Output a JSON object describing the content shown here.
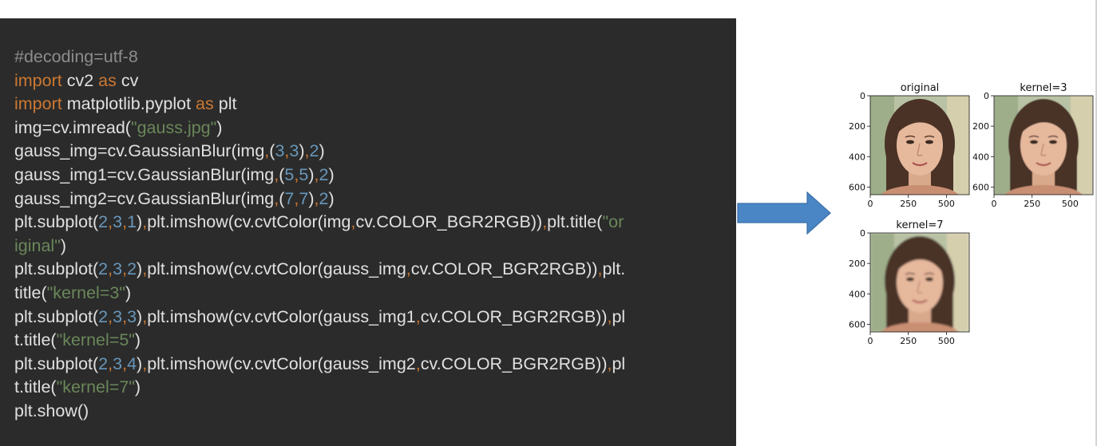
{
  "code_lines": [
    [
      [
        "c",
        "#decoding=utf-8"
      ]
    ],
    [
      [
        "k",
        "import"
      ],
      [
        "t",
        " cv2 "
      ],
      [
        "k",
        "as"
      ],
      [
        "t",
        " cv"
      ]
    ],
    [
      [
        "k",
        "import"
      ],
      [
        "t",
        " matplotlib.pyplot "
      ],
      [
        "k",
        "as"
      ],
      [
        "t",
        " plt"
      ]
    ],
    [
      [
        "t",
        "img=cv.imread("
      ],
      [
        "s",
        "\"gauss.jpg\""
      ],
      [
        "t",
        ")"
      ]
    ],
    [
      [
        "t",
        "gauss_img=cv.GaussianBlur(img"
      ],
      [
        "p",
        ","
      ],
      [
        "t",
        "("
      ],
      [
        "n",
        "3"
      ],
      [
        "p",
        ","
      ],
      [
        "n",
        "3"
      ],
      [
        "t",
        ")"
      ],
      [
        "p",
        ","
      ],
      [
        "n",
        "2"
      ],
      [
        "t",
        ")"
      ]
    ],
    [
      [
        "t",
        "gauss_img1=cv.GaussianBlur(img"
      ],
      [
        "p",
        ","
      ],
      [
        "t",
        "("
      ],
      [
        "n",
        "5"
      ],
      [
        "p",
        ","
      ],
      [
        "n",
        "5"
      ],
      [
        "t",
        ")"
      ],
      [
        "p",
        ","
      ],
      [
        "n",
        "2"
      ],
      [
        "t",
        ")"
      ]
    ],
    [
      [
        "t",
        "gauss_img2=cv.GaussianBlur(img"
      ],
      [
        "p",
        ","
      ],
      [
        "t",
        "("
      ],
      [
        "n",
        "7"
      ],
      [
        "p",
        ","
      ],
      [
        "n",
        "7"
      ],
      [
        "t",
        ")"
      ],
      [
        "p",
        ","
      ],
      [
        "n",
        "2"
      ],
      [
        "t",
        ")"
      ]
    ],
    [
      [
        "t",
        "plt.subplot("
      ],
      [
        "n",
        "2"
      ],
      [
        "p",
        ","
      ],
      [
        "n",
        "3"
      ],
      [
        "p",
        ","
      ],
      [
        "n",
        "1"
      ],
      [
        "t",
        ")"
      ],
      [
        "p",
        ","
      ],
      [
        "t",
        "plt.imshow(cv.cvtColor(img"
      ],
      [
        "p",
        ","
      ],
      [
        "t",
        "cv.COLOR_BGR2RGB))"
      ],
      [
        "p",
        ","
      ],
      [
        "t",
        "plt.title("
      ],
      [
        "s",
        "\"or"
      ]
    ],
    [
      [
        "s",
        "iginal\""
      ],
      [
        "t",
        ")"
      ]
    ],
    [
      [
        "t",
        "plt.subplot("
      ],
      [
        "n",
        "2"
      ],
      [
        "p",
        ","
      ],
      [
        "n",
        "3"
      ],
      [
        "p",
        ","
      ],
      [
        "n",
        "2"
      ],
      [
        "t",
        ")"
      ],
      [
        "p",
        ","
      ],
      [
        "t",
        "plt.imshow(cv.cvtColor(gauss_img"
      ],
      [
        "p",
        ","
      ],
      [
        "t",
        "cv.COLOR_BGR2RGB))"
      ],
      [
        "p",
        ","
      ],
      [
        "t",
        "plt."
      ]
    ],
    [
      [
        "t",
        "title("
      ],
      [
        "s",
        "\"kernel=3\""
      ],
      [
        "t",
        ")"
      ]
    ],
    [
      [
        "t",
        "plt.subplot("
      ],
      [
        "n",
        "2"
      ],
      [
        "p",
        ","
      ],
      [
        "n",
        "3"
      ],
      [
        "p",
        ","
      ],
      [
        "n",
        "3"
      ],
      [
        "t",
        ")"
      ],
      [
        "p",
        ","
      ],
      [
        "t",
        "plt.imshow(cv.cvtColor(gauss_img1"
      ],
      [
        "p",
        ","
      ],
      [
        "t",
        "cv.COLOR_BGR2RGB))"
      ],
      [
        "p",
        ","
      ],
      [
        "t",
        "pl"
      ]
    ],
    [
      [
        "t",
        "t.title("
      ],
      [
        "s",
        "\"kernel=5\""
      ],
      [
        "t",
        ")"
      ]
    ],
    [
      [
        "t",
        "plt.subplot("
      ],
      [
        "n",
        "2"
      ],
      [
        "p",
        ","
      ],
      [
        "n",
        "3"
      ],
      [
        "p",
        ","
      ],
      [
        "n",
        "4"
      ],
      [
        "t",
        ")"
      ],
      [
        "p",
        ","
      ],
      [
        "t",
        "plt.imshow(cv.cvtColor(gauss_img2"
      ],
      [
        "p",
        ","
      ],
      [
        "t",
        "cv.COLOR_BGR2RGB))"
      ],
      [
        "p",
        ","
      ],
      [
        "t",
        "pl"
      ]
    ],
    [
      [
        "t",
        "t.title("
      ],
      [
        "s",
        "\"kernel=7\""
      ],
      [
        "t",
        ")"
      ]
    ],
    [
      [
        "t",
        "plt.show()"
      ]
    ]
  ],
  "token_colors": {
    "c": "#8c8c8c",
    "k": "#cc7832",
    "s": "#6a8759",
    "n": "#6897bb",
    "p": "#cc7832",
    "t": "#e0e0e0"
  },
  "arrow": {
    "icon": "arrow-right-icon",
    "color": "#4a86c5"
  },
  "plots": [
    {
      "title": "original",
      "x_ticks": [
        "0",
        "250",
        "500"
      ],
      "y_ticks": [
        "0",
        "200",
        "400",
        "600"
      ],
      "blur": 0
    },
    {
      "title": "kernel=3",
      "x_ticks": [
        "0",
        "250",
        "500"
      ],
      "y_ticks": [
        "0",
        "200",
        "400",
        "600"
      ],
      "y_ticks_clipped": true,
      "blur": 0.6
    },
    {
      "title": "kernel=7",
      "x_ticks": [
        "0",
        "250",
        "500"
      ],
      "y_ticks": [
        "0",
        "200",
        "400",
        "600"
      ],
      "blur": 1.2
    }
  ]
}
